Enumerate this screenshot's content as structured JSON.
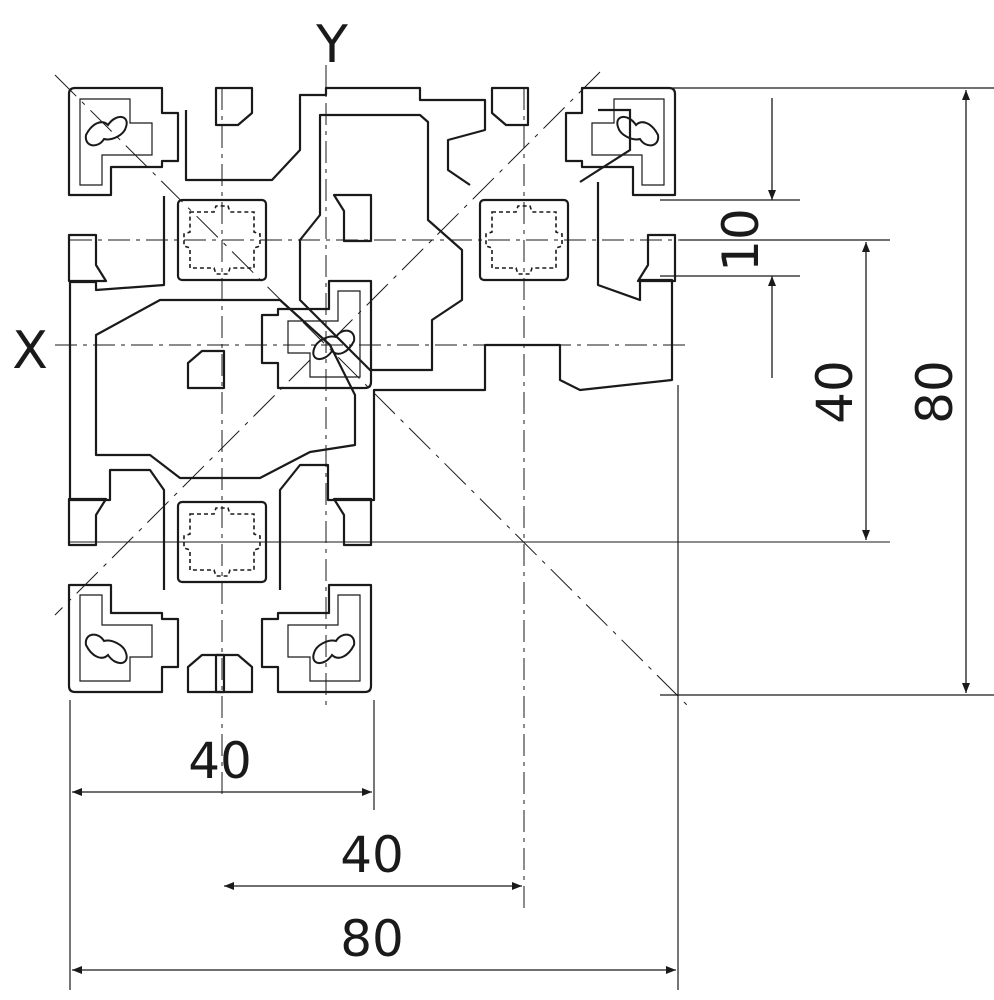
{
  "axes": {
    "y": "Y",
    "x": "X"
  },
  "dimensions": {
    "slot_width": "10",
    "right_partial": "40",
    "right_total": "80",
    "bottom_left_partial": "40",
    "bottom_middle_partial": "40",
    "bottom_total": "80"
  },
  "colors": {
    "line": "#1a1a1a",
    "background": "#ffffff"
  }
}
